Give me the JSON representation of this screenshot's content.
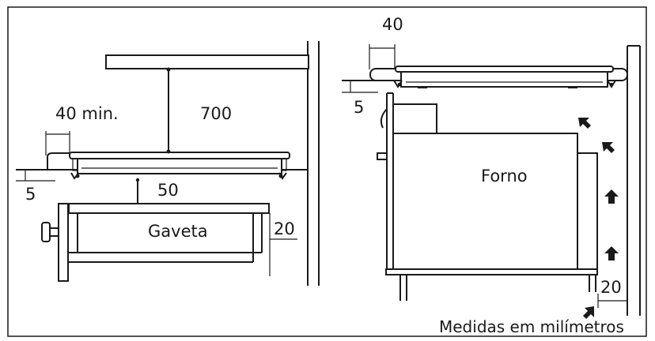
{
  "left_view": {
    "dimensions": {
      "min_side_clearance": "40 min.",
      "hood_clearance": "700",
      "worktop_offset": "5",
      "drawer_gap": "50",
      "rear_gap": "20"
    },
    "drawer_label": "Gaveta"
  },
  "right_view": {
    "dimensions": {
      "side_clearance": "40",
      "worktop_offset": "5",
      "bottom_gap": "20"
    },
    "oven_label": "Forno"
  },
  "caption": "Medidas em milímetros"
}
